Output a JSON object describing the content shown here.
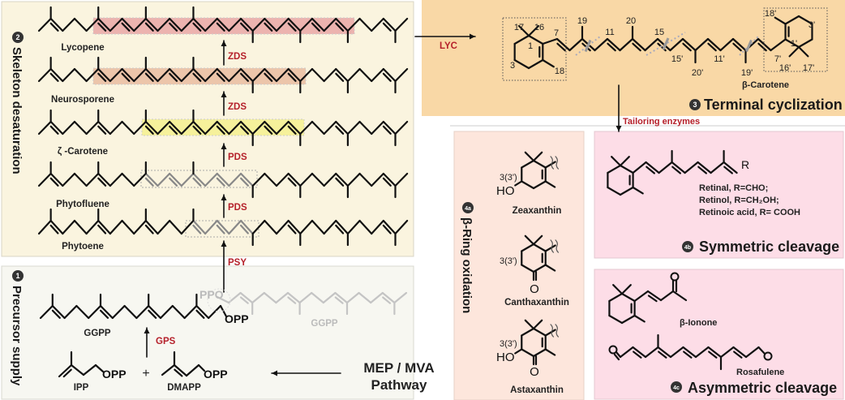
{
  "skeleton": {
    "badge": "2",
    "title": "Skeleton desaturation",
    "compounds": [
      "Lycopene",
      "Neurosporene",
      "ζ -Carotene",
      "Phytofluene",
      "Phytoene"
    ],
    "enzymes": [
      "ZDS",
      "ZDS",
      "PDS",
      "PDS",
      "PSY"
    ]
  },
  "precursor": {
    "badge": "1",
    "title": "Precursor supply",
    "ggpp": "GGPP",
    "ggpp_faded": "GGPP",
    "ppo": "PPO",
    "opp": "OPP",
    "gps": "GPS",
    "ipp": "IPP",
    "ipp_opp": "OPP",
    "plus": "+",
    "dmapp": "DMAPP",
    "dmapp_opp": "OPP",
    "pathway_line1": "MEP / MVA",
    "pathway_line2": "Pathway"
  },
  "cyclization": {
    "enzyme": "LYC",
    "badge": "3",
    "title": "Terminal  cyclization",
    "compound": "β-Carotene",
    "atom_numbers": [
      "17",
      "16",
      "7",
      "1",
      "3",
      "18",
      "19",
      "11",
      "20",
      "15",
      "15'",
      "20'",
      "11'",
      "19'",
      "7'",
      "18'",
      "3'",
      "1'",
      "16'",
      "17'"
    ]
  },
  "tailoring": {
    "label": "Tailoring enzymes"
  },
  "ring_oxidation": {
    "badge": "4a",
    "title": "β-Ring oxidation",
    "position_label": "3(3')",
    "ho": "HO",
    "o": "O",
    "compounds": [
      "Zeaxanthin",
      "Canthaxanthin",
      "Astaxanthin"
    ]
  },
  "symmetric": {
    "badge": "4b",
    "title": "Symmetric  cleavage",
    "r_group": "R",
    "lines": [
      "Retinal, R=CHO;",
      "Retinol, R=CH₂OH;",
      "Retinoic acid, R= COOH"
    ]
  },
  "asymmetric": {
    "badge": "4c",
    "title": "Asymmetric  cleavage",
    "compounds": [
      "β-Ionone",
      "Rosafulene"
    ]
  }
}
